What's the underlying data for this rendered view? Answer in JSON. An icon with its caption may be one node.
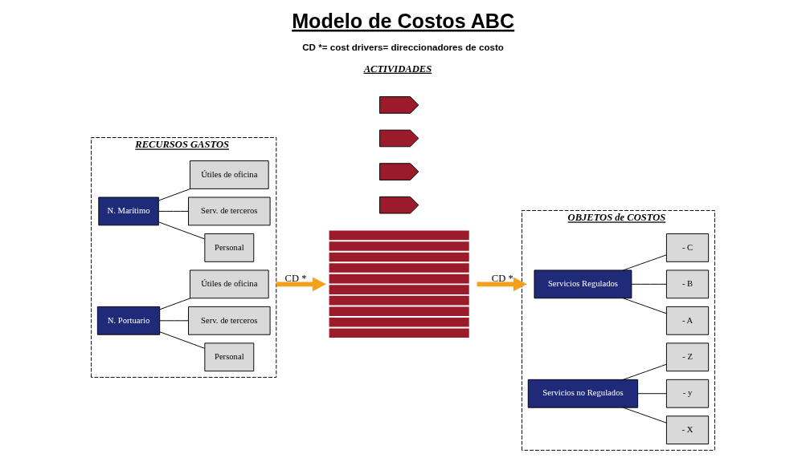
{
  "diagram": {
    "title": "Modelo de Costos ABC",
    "caption": "CD *= cost drivers= direccionadores de costo",
    "nodes": [
      {
        "text": [
          "RECURSOS GASTOS"
        ]
      },
      {
        "text": [
          "N. Marítimo"
        ],
        "in": 0
      },
      {
        "text": [
          "Personal"
        ],
        "in": 0
      },
      {
        "text": [
          "Serv. de terceros"
        ],
        "in": 0
      },
      {
        "text": [
          "Útiles de oficina"
        ],
        "in": 0
      },
      {
        "text": [
          "N. Portuario"
        ],
        "in": 0
      },
      {
        "text": [
          "Personal"
        ],
        "in": 0
      },
      {
        "text": [
          "Serv. de terceros"
        ],
        "in": 0
      },
      {
        "text": [
          "Útiles de oficina"
        ],
        "in": 0
      },
      {
        "text": [],
        "shape": "chevron"
      },
      {
        "text": [],
        "shape": "chevron"
      },
      {
        "text": [],
        "shape": "chevron"
      },
      {
        "text": [],
        "shape": "chevron"
      },
      {
        "text": [],
        "shape": "bar"
      },
      {
        "text": [
          "OBJETOS de COSTOS"
        ]
      },
      {
        "text": [
          "Servicios Regulados"
        ],
        "in": 14
      },
      {
        "text": [
          "- A"
        ],
        "in": 14
      },
      {
        "text": [
          "- B"
        ],
        "in": 14
      },
      {
        "text": [
          "- C"
        ],
        "in": 14
      },
      {
        "text": [
          "Servicios no Regulados"
        ],
        "in": 14
      },
      {
        "text": [
          "- X"
        ],
        "in": 14
      },
      {
        "text": [
          "- y"
        ],
        "in": 14
      },
      {
        "text": [
          "- Z"
        ],
        "in": 14
      }
    ],
    "edges": [
      {
        "from": 1,
        "to": 2,
        "arrow": "none"
      },
      {
        "from": 1,
        "to": 3,
        "arrow": "none"
      },
      {
        "from": 1,
        "to": 4,
        "arrow": "none"
      },
      {
        "from": 5,
        "to": 6,
        "arrow": "none"
      },
      {
        "from": 5,
        "to": 7,
        "arrow": "none"
      },
      {
        "from": 5,
        "to": 8,
        "arrow": "none"
      },
      {
        "from": 0,
        "to": 13,
        "arrow": "to",
        "label": "CD *",
        "style": "thick",
        "color": "#f5a01a"
      },
      {
        "from": 13,
        "to": 14,
        "arrow": "to",
        "label": "CD *",
        "style": "thick",
        "color": "#f5a01a"
      },
      {
        "from": 15,
        "to": 16,
        "arrow": "none"
      },
      {
        "from": 15,
        "to": 17,
        "arrow": "none"
      },
      {
        "from": 15,
        "to": 18,
        "arrow": "none"
      },
      {
        "from": 19,
        "to": 20,
        "arrow": "none"
      },
      {
        "from": 19,
        "to": 21,
        "arrow": "none"
      },
      {
        "from": 19,
        "to": 22,
        "arrow": "none"
      }
    ],
    "labels": [
      "ACTIVIDADES"
    ]
  }
}
